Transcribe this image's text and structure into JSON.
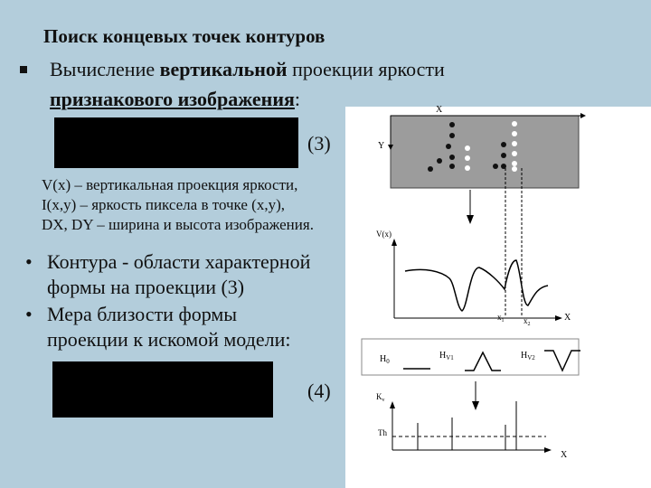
{
  "slide": {
    "title": "Поиск концевых точек контуров",
    "point1_line1_pre": "Вычисление ",
    "point1_line1_bold": "вертикальной",
    "point1_line1_post": " проекции яркости",
    "point1_line2_ul": "признакового изображения",
    "point1_line2_post": ":",
    "eq3": "(3)",
    "eq4": "(4)",
    "defs": [
      "V(x) – вертикальная проекция яркости,",
      "I(x,y) – яркость пиксела в точке (x,y),",
      "DX, DY – ширина и высота изображения."
    ],
    "bullets": [
      {
        "l1": "Контура - области характерной",
        "l2": "формы на проекции (3)"
      },
      {
        "l1": "Мера близости формы",
        "l2": "проекции к искомой модели:"
      }
    ]
  },
  "diagram": {
    "x_label": "X",
    "y_label": "Y",
    "v_label": "V(x)",
    "x1_label": "x",
    "x1_sub": "1",
    "x2_label": "x",
    "x2_sub": "2",
    "x_axis_label": "X",
    "h0_label": "H",
    "h0_sub": "0",
    "hv1_label": "H",
    "hv1_sub": "V1",
    "hv2_label": "H",
    "hv2_sub": "V2",
    "kv_label": "K",
    "kv_sub": "v",
    "th_label": "Th",
    "bottom_x_label": "X",
    "colors": {
      "panel_bg": "#ffffff",
      "image_bg": "#9c9c9c",
      "slide_bg": "#b3cddb"
    }
  }
}
